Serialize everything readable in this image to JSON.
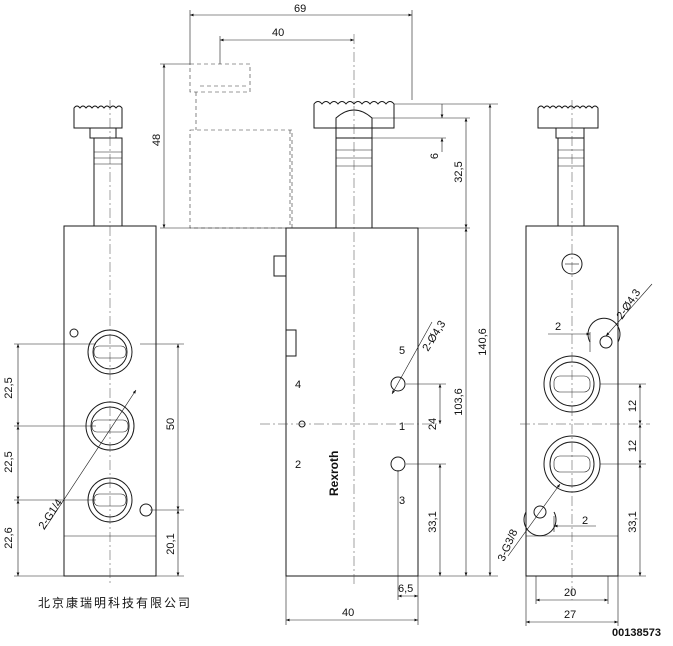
{
  "dimensions": {
    "top_width": "69",
    "coil_width": "40",
    "coil_height": "48",
    "knob_offset": "6",
    "stem_height": "32,5",
    "total_height": "140,6",
    "body_height": "103,6",
    "port_to_1": "24",
    "port_bottom": "33,1",
    "base_offset": "6,5",
    "body_width": "40",
    "left_spacing_top": "22,5",
    "left_spacing_mid": "22,5",
    "left_spacing_bottom": "22,6",
    "left_total": "50",
    "left_bottom": "20,1",
    "right_gap_top": "2",
    "right_gap_bottom": "2",
    "right_spacing_top": "12",
    "right_spacing_mid": "12",
    "right_bottom": "33,1",
    "right_inner_width": "20",
    "right_outer_width": "27"
  },
  "labels": {
    "hole_left": "2-Ø4,3",
    "hole_right": "2-Ø4,3",
    "thread_left": "2-G1/4",
    "thread_right": "3-G3/8",
    "brand": "Rexroth",
    "port_1": "1",
    "port_2": "2",
    "port_3": "3",
    "port_4": "4",
    "port_5": "5"
  },
  "company_name": "北京康瑞明科技有限公司",
  "document_number": "00138573"
}
